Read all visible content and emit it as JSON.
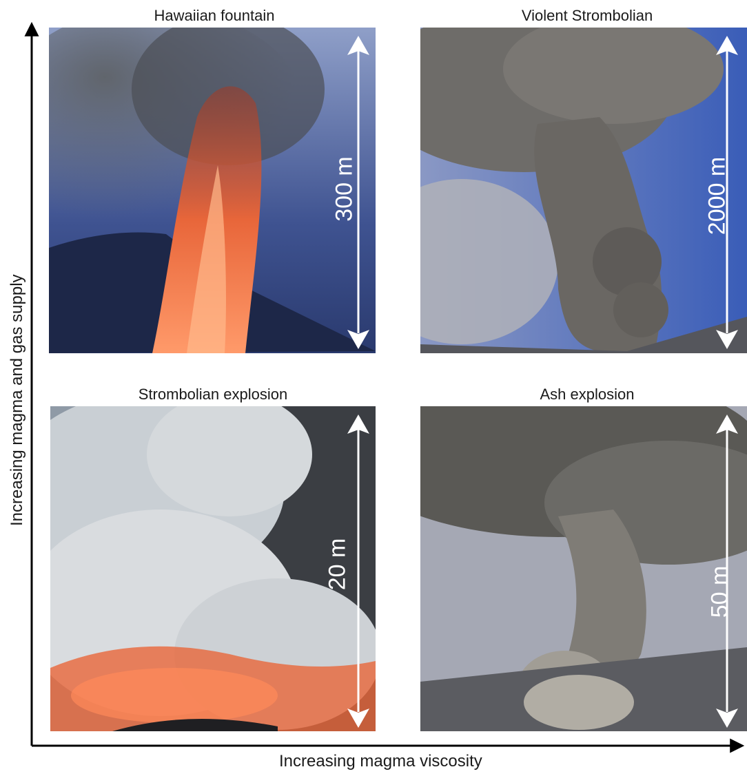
{
  "panels": {
    "top_left": {
      "title": "Hawaiian fountain",
      "scale": "300 m"
    },
    "top_right": {
      "title": "Violent Strombolian",
      "scale": "2000 m"
    },
    "bottom_left": {
      "title": "Strombolian explosion",
      "scale": "20 m"
    },
    "bottom_right": {
      "title": "Ash explosion",
      "scale": "50 m"
    }
  },
  "axes": {
    "x_label": "Increasing magma viscosity",
    "y_label": "Increasing magma and gas supply"
  },
  "colors": {
    "axis": "#000000",
    "scale_arrow": "#ffffff",
    "lava": "#e8663a",
    "sky_blue": "#4d6ab0",
    "ash_gray": "#7f7c76"
  }
}
